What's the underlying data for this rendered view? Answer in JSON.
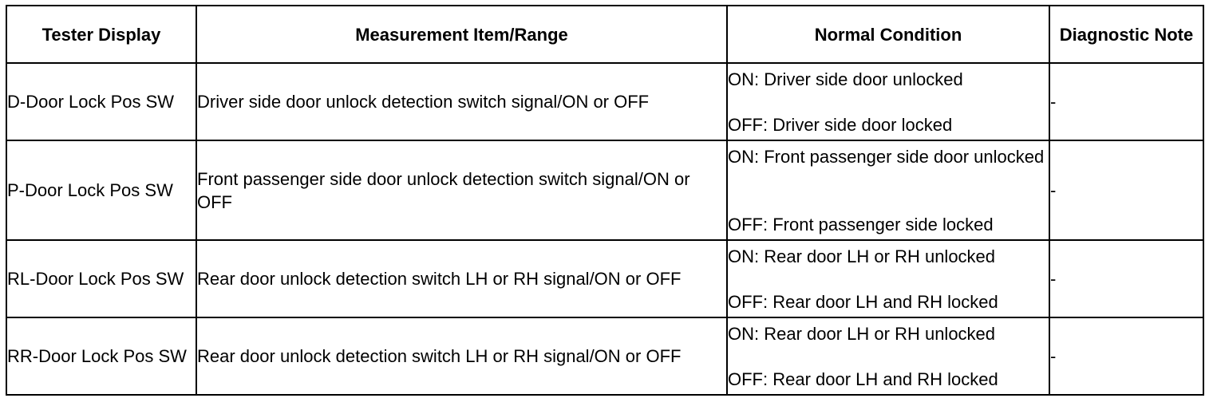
{
  "table": {
    "headers": [
      "Tester Display",
      "Measurement Item/Range",
      "Normal Condition",
      "Diagnostic Note"
    ],
    "rows": [
      {
        "display": "D-Door Lock Pos SW",
        "item": "Driver side door unlock detection switch signal/ON or OFF",
        "on": "ON: Driver side door unlocked",
        "off": "OFF: Driver side door locked",
        "note": "-"
      },
      {
        "display": "P-Door Lock Pos SW",
        "item": "Front passenger side door unlock detection switch signal/ON or OFF",
        "on": "ON: Front passenger side door unlocked",
        "off": "OFF: Front passenger side locked",
        "note": "-"
      },
      {
        "display": "RL-Door Lock Pos SW",
        "item": "Rear door unlock detection switch LH or RH signal/ON or OFF",
        "on": "ON: Rear door LH or RH unlocked",
        "off": "OFF: Rear door LH and RH locked",
        "note": "-"
      },
      {
        "display": "RR-Door Lock Pos SW",
        "item": "Rear door unlock detection switch LH or RH signal/ON or OFF",
        "on": "ON: Rear door LH or RH unlocked",
        "off": "OFF: Rear door LH and RH locked",
        "note": "-"
      }
    ]
  }
}
